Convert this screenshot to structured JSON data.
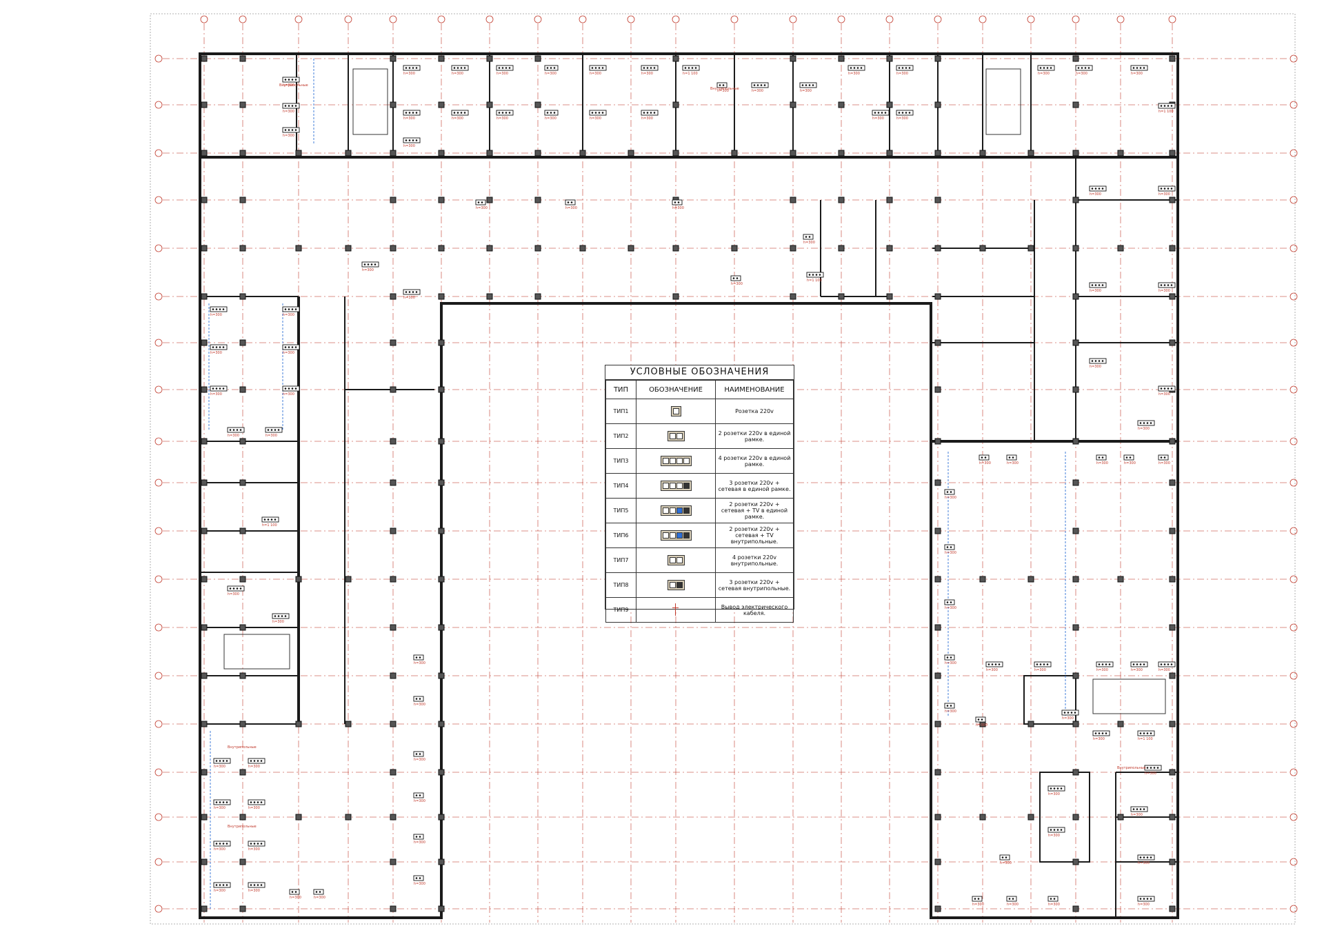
{
  "legend": {
    "title": "УСЛОВНЫЕ ОБОЗНАЧЕНИЯ",
    "headers": [
      "ТИП",
      "ОБОЗНАЧЕНИЕ",
      "НАИМЕНОВАНИЕ"
    ],
    "rows": [
      {
        "type": "ТИП1",
        "name": "Розетка 220v",
        "symbol": "socket-1-icon"
      },
      {
        "type": "ТИП2",
        "name": "2 розетки 220v в единой рамке.",
        "symbol": "socket-2-icon"
      },
      {
        "type": "ТИП3",
        "name": "4 розетки 220v в единой рамке.",
        "symbol": "socket-4-icon"
      },
      {
        "type": "ТИП4",
        "name": "3 розетки 220v + сетевая в единой рамке.",
        "symbol": "socket-3-net-icon"
      },
      {
        "type": "ТИП5",
        "name": "2 розетки 220v + сетевая + TV в единой рамке.",
        "symbol": "socket-2-net-tv-icon"
      },
      {
        "type": "ТИП6",
        "name": "2 розетки 220v + сетевая + TV внутрипольные.",
        "symbol": "floor-socket-2-net-tv-icon"
      },
      {
        "type": "ТИП7",
        "name": "4 розетки 220v внутрипольные.",
        "symbol": "floor-socket-4-icon"
      },
      {
        "type": "ТИП8",
        "name": "3 розетки 220v + сетевая внутрипольные.",
        "symbol": "floor-socket-3-net-icon"
      },
      {
        "type": "ТИП9",
        "name": "Вывод электрического кабеля.",
        "symbol": "cable-outlet-icon"
      }
    ]
  },
  "plan_labels": {
    "h300": "h=300",
    "h1100": "h=1 100",
    "floor": "Внутрипольные"
  },
  "colors": {
    "wall": "#1a1a1a",
    "axis": "#c0392b",
    "cable": "#2e6fd6",
    "column": "#555555"
  }
}
